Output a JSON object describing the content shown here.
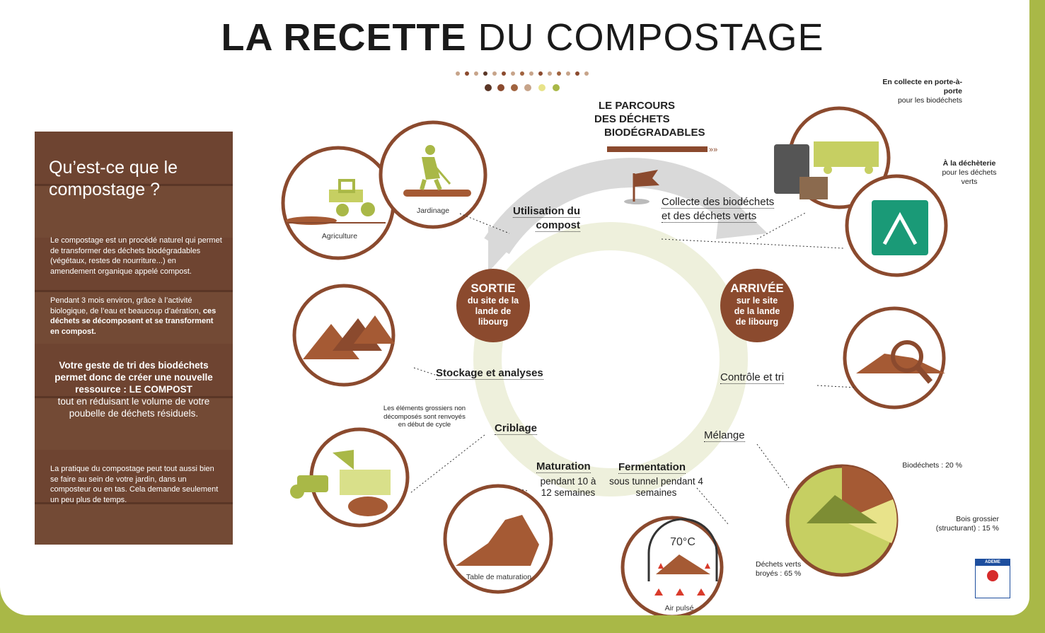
{
  "title": {
    "bold": "LA RECETTE",
    "light": "DU COMPOSTAGE"
  },
  "panel": {
    "heading": "Qu’est-ce que le compostage ?",
    "para1": "Le compostage est un procédé naturel qui permet de transformer des déchets biodégradables (végétaux, restes de nourriture...) en amendement organique appelé compost.",
    "para2_start": "Pendant 3 mois environ, grâce à l’activité biologique, de l’eau et beaucoup d’aération,",
    "para2_bold": "ces déchets se décomposent et se transforment en compost.",
    "geste_bold": "Votre geste de tri des biodéchets permet donc de créer une nouvelle ressource : LE COMPOST",
    "geste_normal": "tout en réduisant le volume de votre poubelle de déchets résiduels.",
    "para3": "La pratique du compostage peut tout aussi bien se faire au sein de votre jardin, dans un composteur ou en tas. Cela demande seulement un peu plus de temps."
  },
  "parcours": {
    "l1": "LE PARCOURS",
    "l2": "DES DÉCHETS",
    "l3": "BIODÉGRADABLES"
  },
  "steps": {
    "collecte": "Collecte des biodéchets et des déchets verts",
    "controle": "Contrôle et tri",
    "melange": "Mélange",
    "fermentation": "Fermentation",
    "fermentation_sub": "sous tunnel pendant 4 semaines",
    "maturation": "Maturation",
    "maturation_sub": "pendant 10 à 12 semaines",
    "criblage": "Criblage",
    "stockage": "Stockage et analyses",
    "utilisation": "Utilisation du compost"
  },
  "badges": {
    "sortie": {
      "big": "SORTIE",
      "sm": "du site de la lande de libourg"
    },
    "arrivee": {
      "big": "ARRIVÉE",
      "sm": "sur le site de la lande de libourg"
    }
  },
  "labels": {
    "agriculture": "Agriculture",
    "jardinage": "Jardinage",
    "table": "Table de maturation",
    "air": "Air pulsé",
    "temp": "70°C",
    "grossiers": "Les éléments grossiers non décomposés sont renvoyés en début de cycle",
    "porte_bold": "En collecte en porte-à-porte",
    "porte_norm": "pour les biodéchets",
    "decheterie_bold": "À la déchèterie",
    "decheterie_norm": "pour les déchets verts",
    "biodechets": "Biodéchets : 20 %",
    "bois": "Bois grossier (structurant) : 15 %",
    "verts": "Déchets verts broyés : 65 %",
    "ademe": "ADEME"
  },
  "colors": {
    "brown": "#8b4a2e",
    "green": "#a9b847",
    "pale": "#eef0dc",
    "grey": "#d9d9d9",
    "wood": "#6e4431"
  }
}
